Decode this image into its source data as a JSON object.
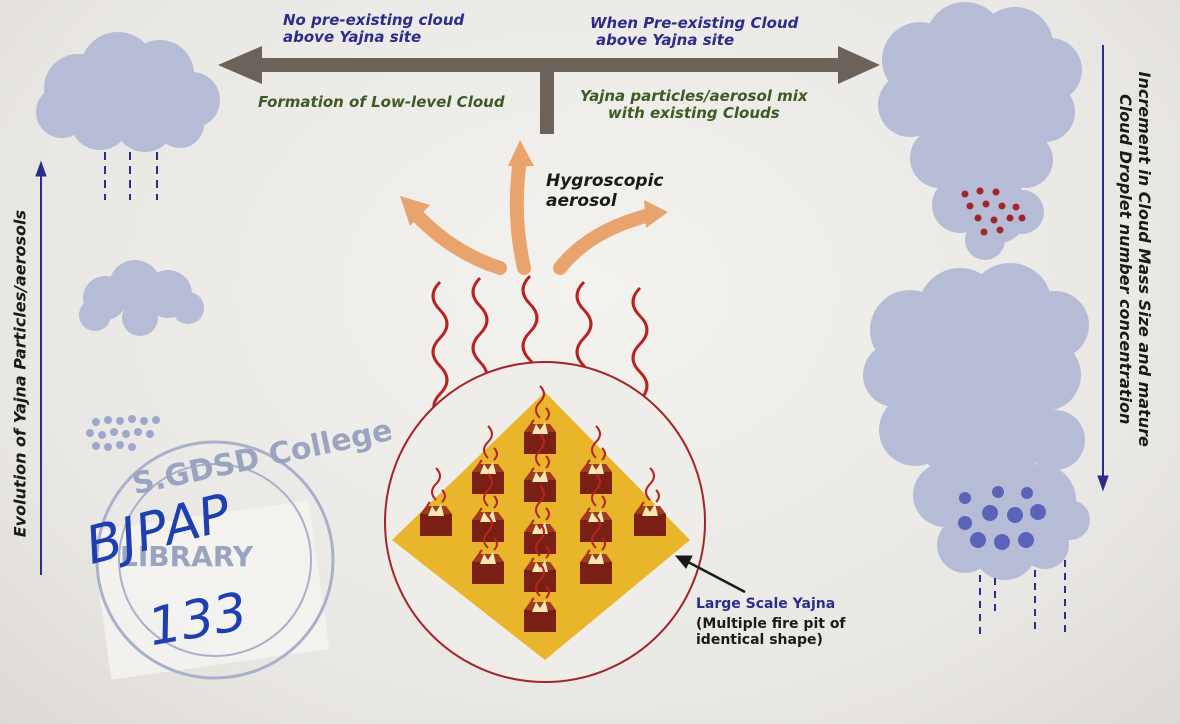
{
  "diagram": {
    "top_left_label": [
      "No pre-existing cloud",
      "above Yajna site"
    ],
    "top_right_label": [
      "When Pre-existing Cloud",
      "above Yajna site"
    ],
    "left_branch_label": "Formation of Low-level Cloud",
    "right_branch_label": [
      "Yajna particles/aerosol mix",
      "with existing Clouds"
    ],
    "center_label": [
      "Hygroscopic",
      "aerosol"
    ],
    "left_vertical_label": "Evolution of Yajna Particles/aerosols",
    "right_vertical_label": [
      "Increment in Cloud Mass Size and mature",
      "Cloud Droplet number concentration"
    ],
    "yajna_label": [
      "Large Scale Yajna",
      "(Multiple fire pit of",
      "identical shape)"
    ]
  },
  "stamp": {
    "arc_text": "S.GDSD College",
    "center_text": "LIBRARY",
    "handwritten_1": "BJPAP",
    "handwritten_2": "133"
  },
  "colors": {
    "arrow_dark": "#6b625a",
    "aerosol_arrow": "#e9a46e",
    "wavy_line": "#b8231f",
    "cloud": "#b7bcd6",
    "diamond": "#e9b52a",
    "droplet_red": "#a3242a",
    "droplet_blue": "#5a63b8",
    "text_blue": "#2d2c8a",
    "text_green": "#3e5a25"
  }
}
